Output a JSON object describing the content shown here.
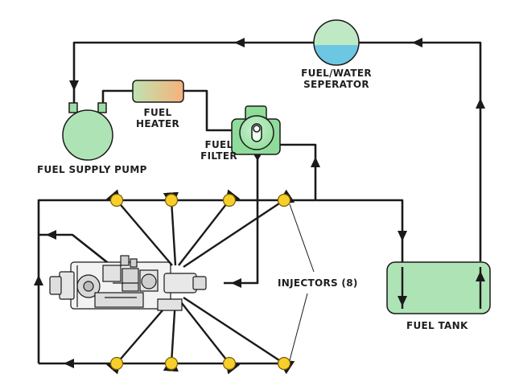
{
  "labels": {
    "separator_line1": "FUEL/WATER",
    "separator_line2": "SEPERATOR",
    "heater_line1": "FUEL",
    "heater_line2": "HEATER",
    "filter_line1": "FUEL",
    "filter_line2": "FILTER",
    "supply_pump": "FUEL SUPPLY PUMP",
    "injectors": "INJECTORS (8)",
    "tank": "FUEL TANK"
  },
  "colors": {
    "line": "#1a1a1a",
    "separator_top": "#bfe8c4",
    "separator_bottom": "#6cc7e3",
    "heater_left": "#bfe3b0",
    "heater_right": "#f6b17a",
    "filter": "#8fdc9a",
    "pump": "#aee3b6",
    "tank": "#aee3b6",
    "injector": "#f6cf2b"
  },
  "injector_count": 8
}
